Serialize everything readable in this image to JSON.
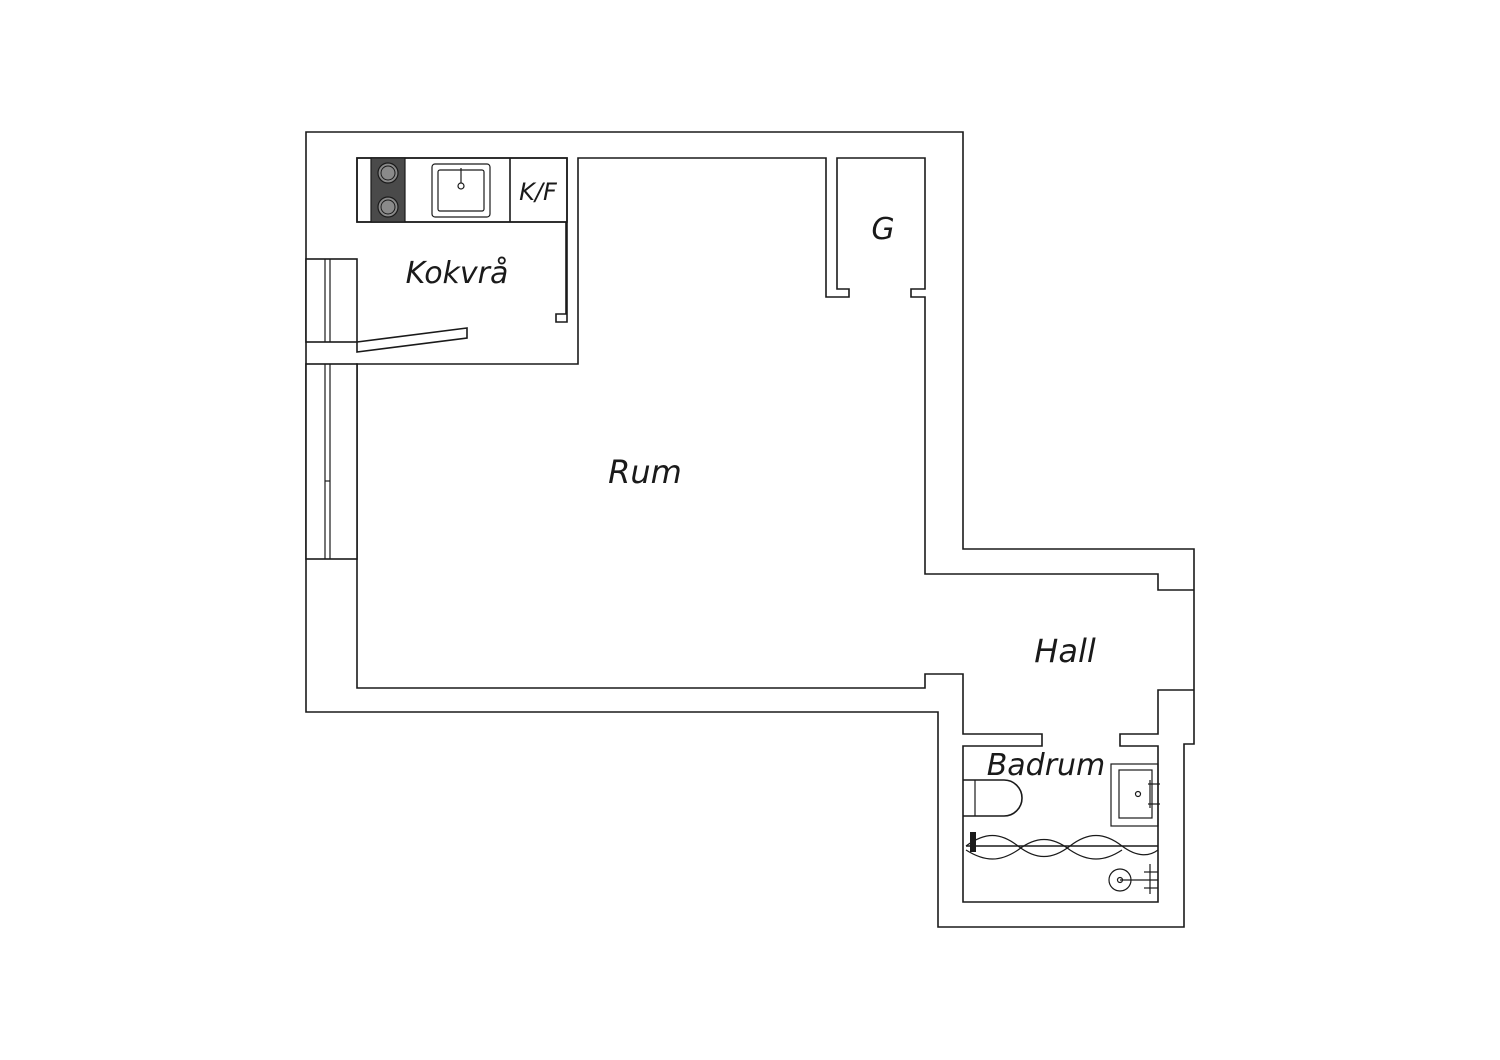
{
  "rooms": {
    "kokvra": "Kokvrå",
    "kf": "K/F",
    "g": "G",
    "rum": "Rum",
    "hall": "Hall",
    "badrum": "Badrum"
  },
  "colors": {
    "wall": "#1a1a1a",
    "stove": "#4a4a4a",
    "background": "#ffffff"
  }
}
